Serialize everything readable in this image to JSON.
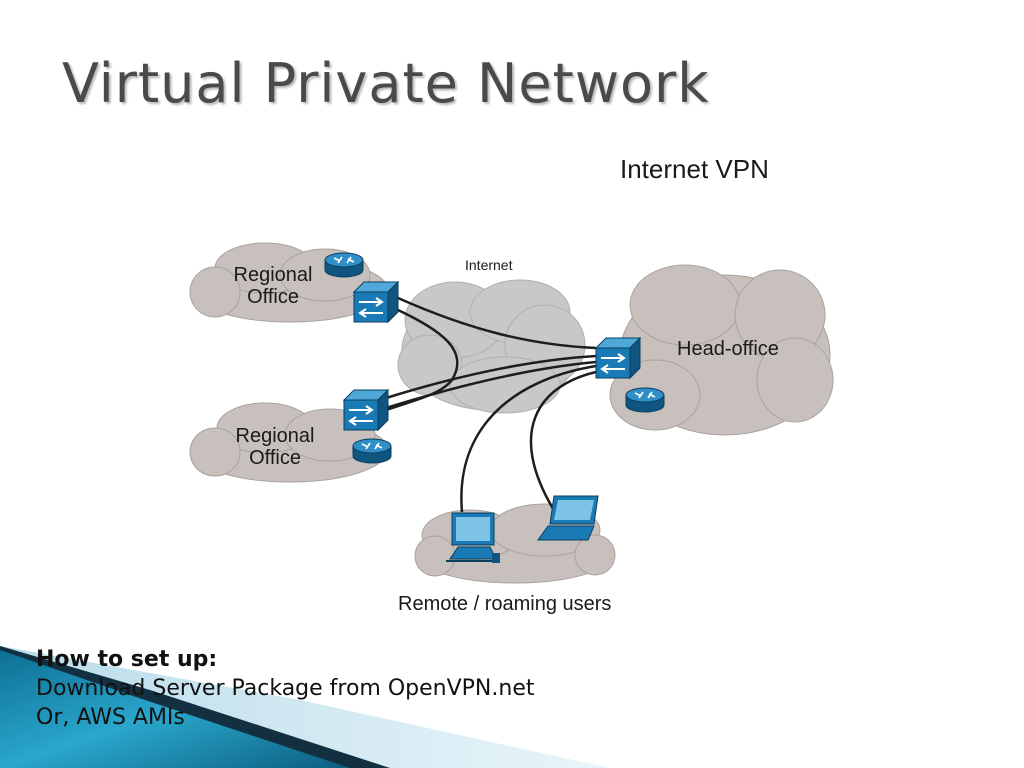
{
  "slide": {
    "title": "Virtual Private Network"
  },
  "diagram": {
    "title": "Internet VPN",
    "internet_label": "Internet",
    "regional_office_top": [
      "Regional",
      "Office"
    ],
    "regional_office_bottom": [
      "Regional",
      "Office"
    ],
    "head_office": "Head-office",
    "remote_users": "Remote / roaming users",
    "colors": {
      "cloud_gray": "#c7c0bc",
      "internet_cloud": "#c8c8c8",
      "device_blue": "#1a7ab5",
      "device_dark": "#0f5580"
    }
  },
  "notes": {
    "heading": "How to set up:",
    "line1": "Download Server Package from OpenVPN.net",
    "line2": "Or,  AWS AMIs"
  },
  "theme": {
    "accent": "#1f8fb8"
  }
}
